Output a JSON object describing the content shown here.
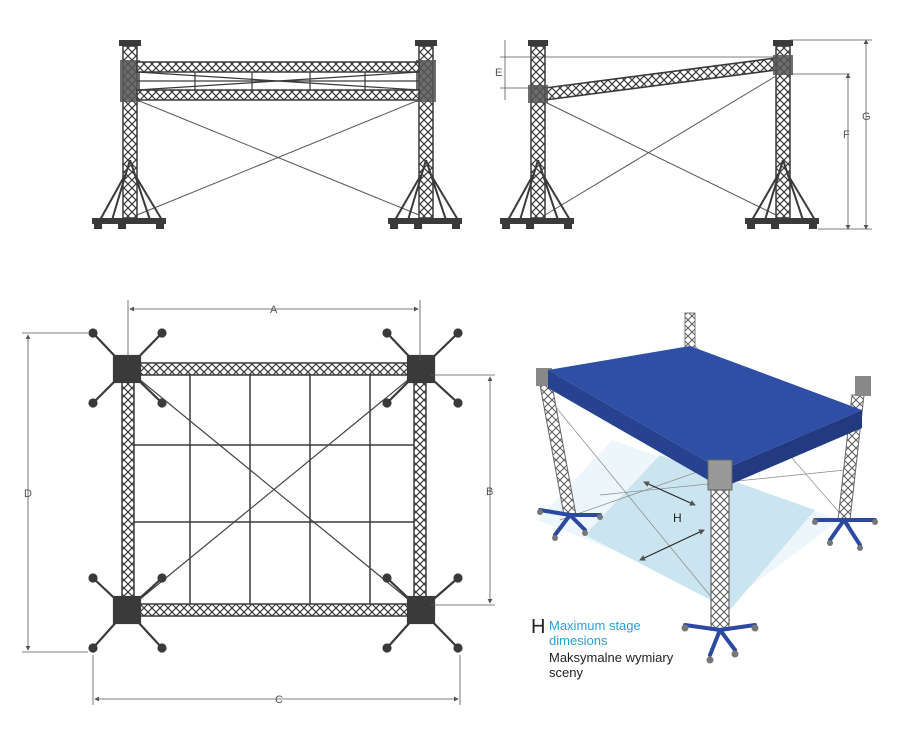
{
  "labels": {
    "A": "A",
    "B": "B",
    "C": "C",
    "D": "D",
    "E": "E",
    "F": "F",
    "G": "G",
    "H": "H"
  },
  "legend": {
    "letter": "H",
    "english": "Maximum stage dimesions",
    "polish": "Maksymalne wymiary sceny"
  },
  "colors": {
    "truss": "#3a3a3a",
    "roof": "#2f4fa6",
    "roof_side": "#27428f",
    "stage_area": "#bfe0ec",
    "base_blue": "#2b49a0",
    "legend_blue": "#2a9fd8"
  }
}
